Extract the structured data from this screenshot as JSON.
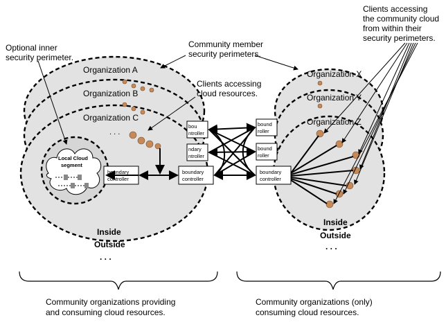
{
  "labels": {
    "optional_inner": [
      "Optional inner",
      "security perimeter."
    ],
    "community_member": [
      "Community member",
      "security perimeters."
    ],
    "clients_accessing": [
      "Clients accessing",
      "cloud resources."
    ],
    "clients_community": [
      "Clients accessing",
      "the community cloud",
      "from within their",
      "security perimeters."
    ],
    "org_a": "Organization A",
    "org_b": "Organization B",
    "org_c": "Organization C",
    "org_x": "Organization X",
    "org_y": "Organization Y",
    "org_z": "Organization Z",
    "local_cloud": [
      "Local Cloud",
      "segment"
    ],
    "boundary": [
      "boundary",
      "controller"
    ],
    "boundary_partial_a": [
      "bou",
      "ntroller"
    ],
    "boundary_partial_b": [
      "ndary",
      "ntroller"
    ],
    "boundary_partial_x": [
      "bound",
      "roller"
    ],
    "boundary_partial_y": [
      "bound",
      "roller"
    ],
    "inside_left": "Inside",
    "outside_left": "Outside",
    "inside_right": "Inside",
    "outside_right": "Outside",
    "dots": ". . .",
    "caption_left": [
      "Community organizations providing",
      "and consuming cloud resources."
    ],
    "caption_right": [
      "Community organizations (only)",
      "consuming cloud resources."
    ]
  }
}
